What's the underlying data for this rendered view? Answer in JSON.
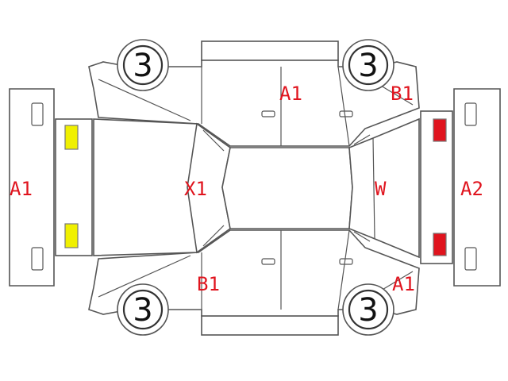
{
  "wheels": [
    "3",
    "3",
    "3",
    "3"
  ],
  "damage_codes": {
    "front_bumper": "A1",
    "top_doors": "A1",
    "top_rear_fender": "B1",
    "hood": "X1",
    "rear_window": "W",
    "rear_bumper": "A2",
    "bottom_front_fender": "B1",
    "bottom_rear_fender": "A1"
  },
  "colors": {
    "damage_code": "#e0141e",
    "front_lamp": "#f0f000",
    "rear_lamp": "#e0141e",
    "outline": "#555555"
  }
}
